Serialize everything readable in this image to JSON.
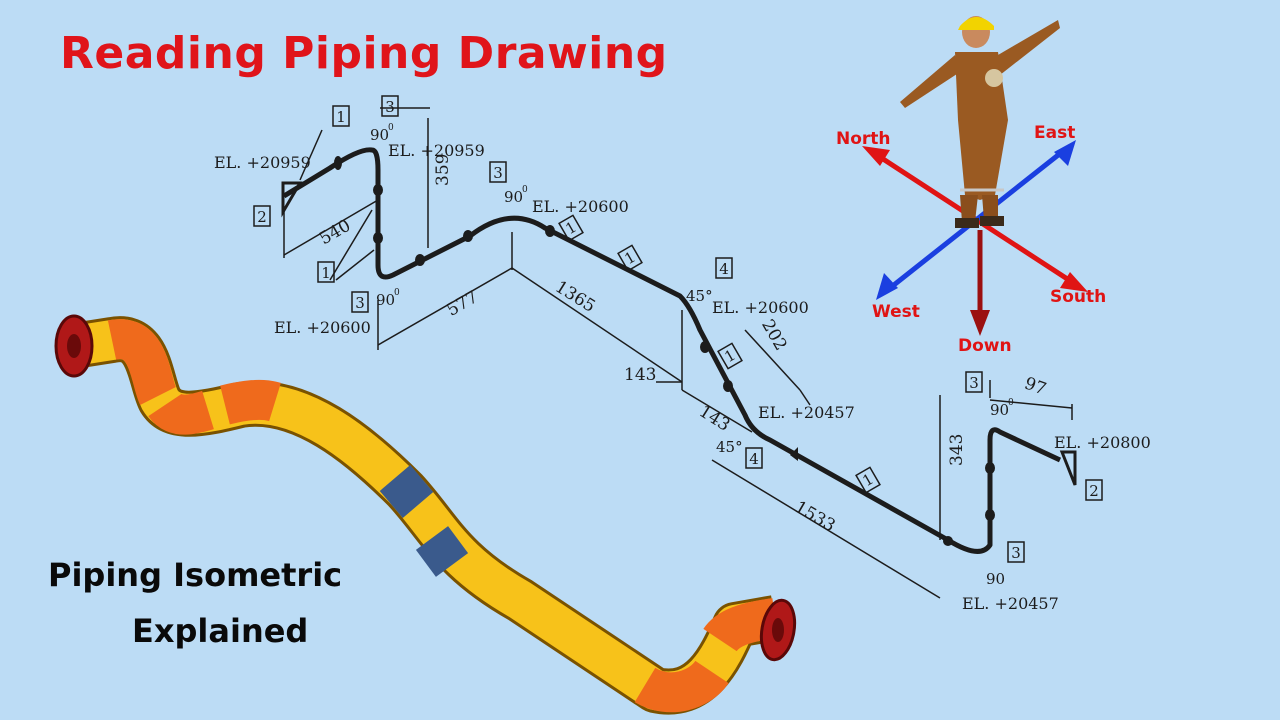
{
  "title": "Reading Piping Drawing",
  "subtitle_line1": "Piping Isometric",
  "subtitle_line2": "Explained",
  "directions": {
    "north": "North",
    "east": "East",
    "west": "West",
    "south": "South",
    "down": "Down"
  },
  "colors": {
    "title": "#e0141a",
    "north_south": "#e01414",
    "east_west": "#1a3fe0",
    "down": "#9b1010",
    "pipe_yellow": "#f7c21a",
    "pipe_orange": "#ef6a1c",
    "pipe_blue": "#3a5a8c",
    "background": "#bcdcf5"
  },
  "elevations": {
    "e1": "EL. +20959",
    "e2": "EL. +20959",
    "e3": "EL. +20600",
    "e4": "EL. +20600",
    "e5": "EL. +20600",
    "e6": "EL. +20457",
    "e7": "EL. +20800",
    "e8": "EL. +20457"
  },
  "dimensions": {
    "d540": "540",
    "d359": "359",
    "d577": "577",
    "d1365": "1365",
    "d143a": "143",
    "d143b": "143",
    "d202": "202",
    "d343": "343",
    "d97": "97",
    "d1533": "1533"
  },
  "angles": {
    "a90_1": "90",
    "a90_2": "90",
    "a90_3": "90",
    "a90_4": "90",
    "a90_5": "90",
    "a45_1": "45°",
    "a45_2": "45°",
    "deg": "0"
  },
  "callouts": {
    "c1a": "1",
    "c1b": "1",
    "c1c": "1",
    "c1d": "1",
    "c1e": "1",
    "c1f": "1",
    "c2a": "2",
    "c2b": "2",
    "c3a": "3",
    "c3b": "3",
    "c3c": "3",
    "c3d": "3",
    "c3e": "3",
    "c4a": "4",
    "c4b": "4"
  }
}
